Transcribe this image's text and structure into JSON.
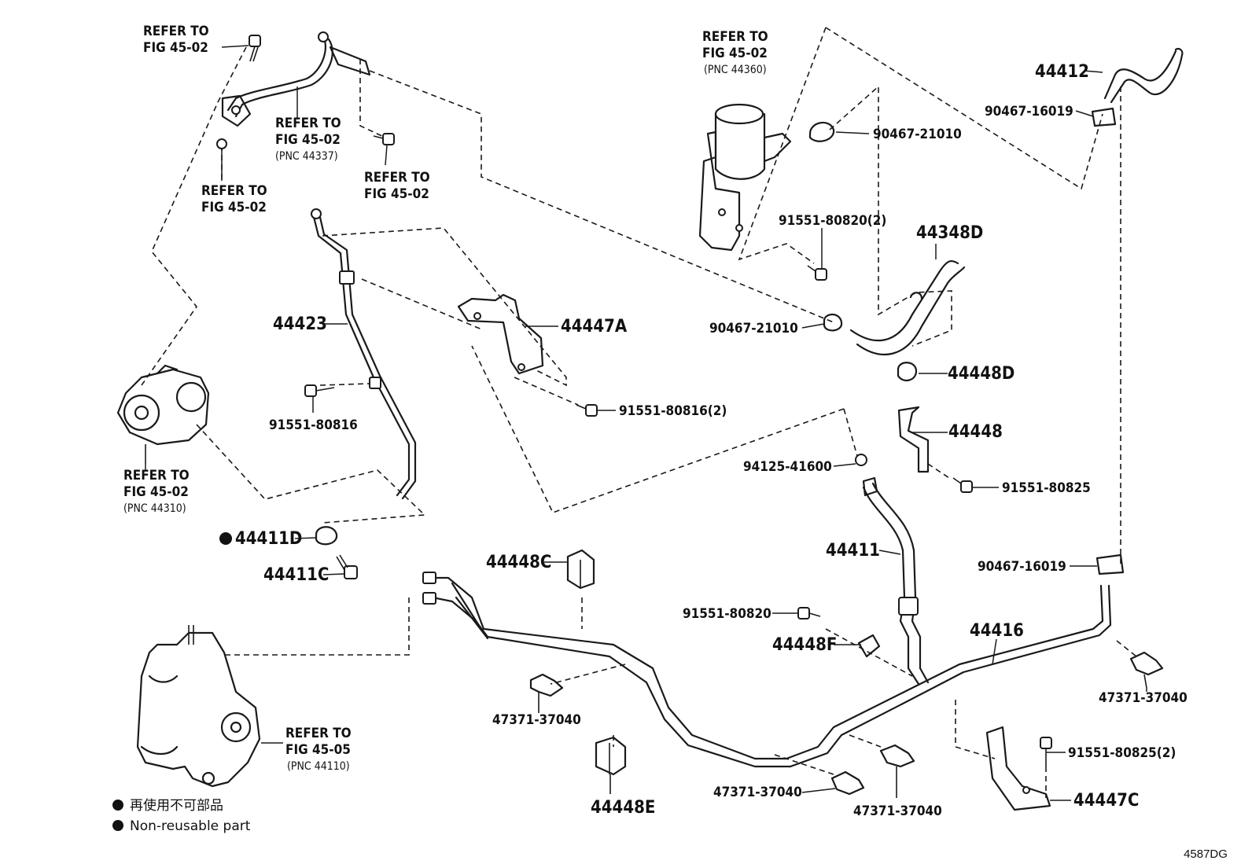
{
  "diagram_code": "4587DG",
  "legend": {
    "jp": "再使用不可部品",
    "en": "Non-reusable part"
  },
  "refs": {
    "ref_to": "REFER TO",
    "fig_45_02": "FIG 45-02",
    "fig_45_05": "FIG 45-05",
    "pnc_44337": "(PNC 44337)",
    "pnc_44360": "(PNC 44360)",
    "pnc_44310": "(PNC 44310)",
    "pnc_44110": "(PNC 44110)"
  },
  "parts": {
    "p44412": "44412",
    "p90467_16019": "90467-16019",
    "p90467_21010": "90467-21010",
    "p91551_80820_2": "91551-80820(2)",
    "p44348D": "44348D",
    "p44423": "44423",
    "p44447A": "44447A",
    "p91551_80816": "91551-80816",
    "p91551_80816_2": "91551-80816(2)",
    "p44448D": "44448D",
    "p44448": "44448",
    "p94125_41600": "94125-41600",
    "p91551_80825": "91551-80825",
    "p44411D": "44411D",
    "p44411C": "44411C",
    "p44448C": "44448C",
    "p44411": "44411",
    "p91551_80820": "91551-80820",
    "p44448F": "44448F",
    "p44416": "44416",
    "p47371_37040": "47371-37040",
    "p91551_80825_2": "91551-80825(2)",
    "p44448E": "44448E",
    "p44447C": "44447C"
  }
}
